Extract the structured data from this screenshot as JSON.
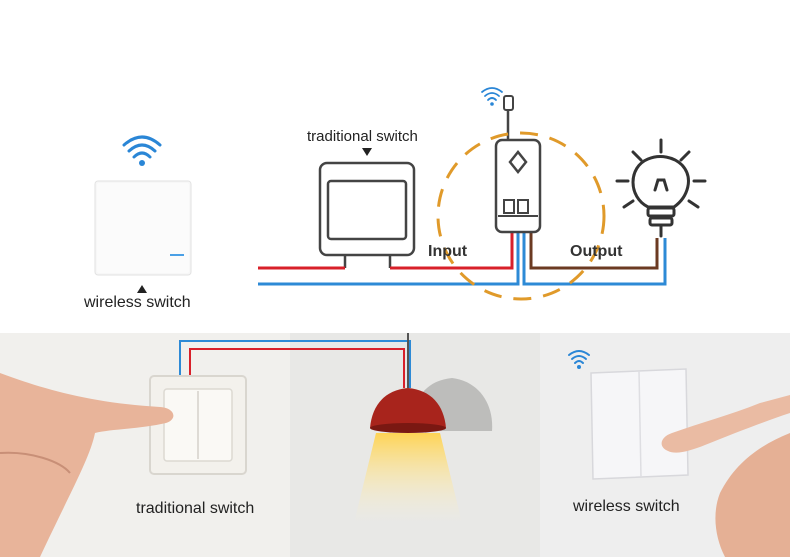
{
  "diagram": {
    "labels": {
      "wireless_switch_top": "wireless switch",
      "traditional_switch_top": "traditional switch",
      "input": "Input",
      "output": "Output"
    }
  },
  "photo": {
    "labels": {
      "traditional_switch": "traditional switch",
      "wireless_switch": "wireless switch"
    }
  },
  "colors": {
    "live_wire": "#d8202a",
    "neutral_wire": "#2d8ad6",
    "output_wire": "#6b3a22",
    "dashed_circle": "#e09a2a",
    "wifi": "#2a86d6",
    "lamp_shade": "#a8241c"
  },
  "icons": [
    "wifi-icon",
    "light-bulb-icon",
    "relay-module-icon",
    "triangle-up-icon",
    "triangle-down-icon"
  ]
}
